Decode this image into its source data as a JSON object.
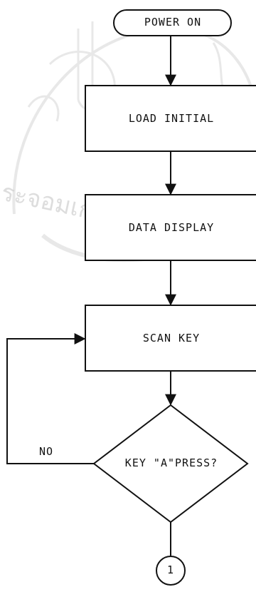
{
  "flowchart": {
    "start": "POWER ON",
    "steps": [
      "LOAD INITIAL",
      "DATA DISPLAY",
      "SCAN KEY"
    ],
    "decision": "KEY \"A\"PRESS?",
    "no_label": "NO",
    "connector": "1"
  },
  "colors": {
    "line": "#111111",
    "watermark": "#d6d6d6"
  },
  "watermark": {
    "text": "ระจอมเกล้า"
  }
}
